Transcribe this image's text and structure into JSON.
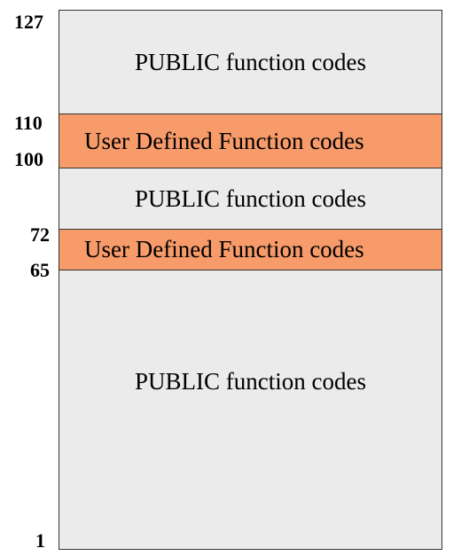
{
  "colors": {
    "public_fill": "#ebebeb",
    "user_defined_fill": "#f79b6a",
    "border": "#333333"
  },
  "ticks": {
    "t127": "127",
    "t110": "110",
    "t100": "100",
    "t72": "72",
    "t65": "65",
    "t1": "1"
  },
  "bands": {
    "public_top": "PUBLIC function codes",
    "user_upper": "User Defined Function codes",
    "public_middle": "PUBLIC function codes",
    "user_lower": "User Defined Function codes",
    "public_bottom": "PUBLIC function codes"
  }
}
